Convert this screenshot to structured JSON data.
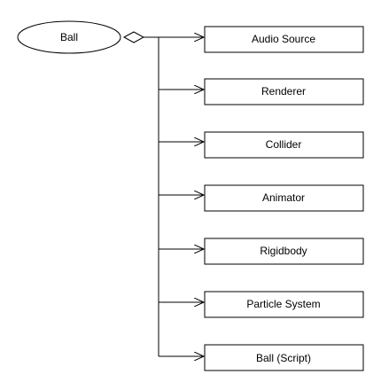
{
  "diagram": {
    "root": {
      "label": "Ball"
    },
    "components": [
      {
        "label": "Audio Source"
      },
      {
        "label": "Renderer"
      },
      {
        "label": "Collider"
      },
      {
        "label": "Animator"
      },
      {
        "label": "Rigidbody"
      },
      {
        "label": "Particle System"
      },
      {
        "label": "Ball (Script)"
      }
    ]
  }
}
